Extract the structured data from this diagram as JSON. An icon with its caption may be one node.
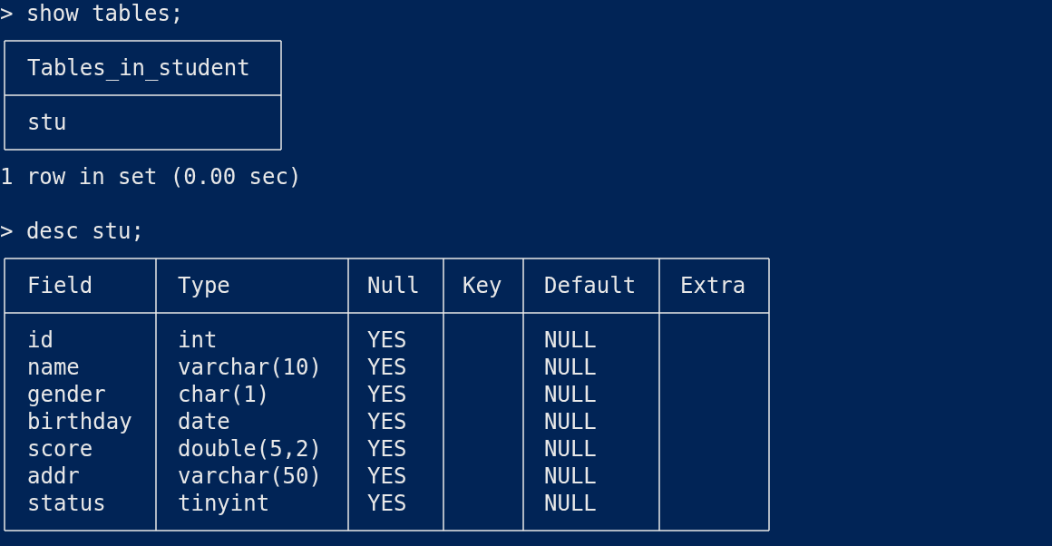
{
  "diagram": {
    "labels": [
      "> show tables;",
      "Tables_in_student",
      "stu",
      "1 row in set (0.00 sec)",
      "> desc stu;",
      "Field",
      "Type",
      "Null",
      "Key",
      "Default",
      "Extra",
      "id",
      "int",
      "YES",
      "NULL",
      "name",
      "varchar(10)",
      "YES",
      "NULL",
      "gender",
      "char(1)",
      "YES",
      "NULL",
      "birthday",
      "date",
      "YES",
      "NULL",
      "score",
      "double(5,2)",
      "YES",
      "NULL",
      "addr",
      "varchar(50)",
      "YES",
      "NULL",
      "status",
      "tinyint",
      "YES",
      "NULL"
    ]
  }
}
